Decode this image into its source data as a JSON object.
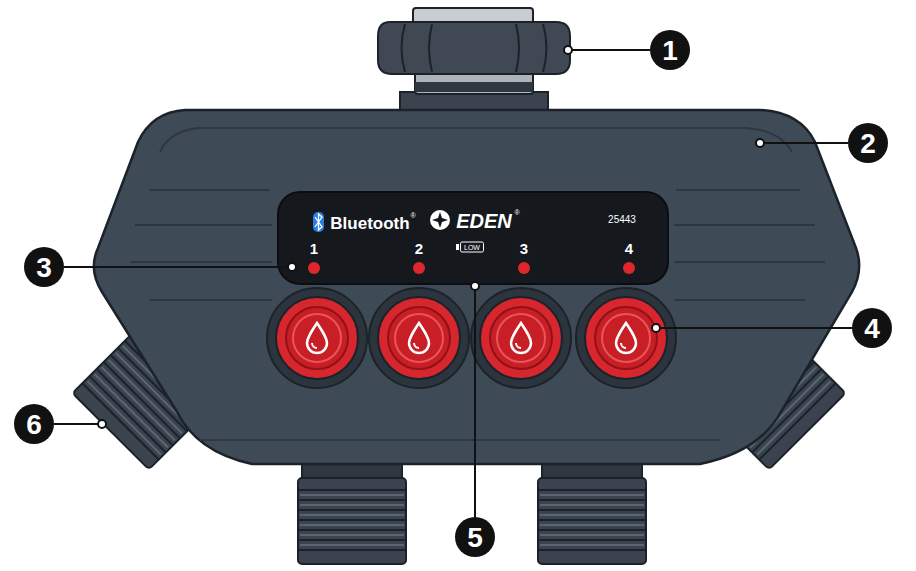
{
  "diagram": {
    "labels": [
      "Bluetooth",
      "®",
      "EDEN",
      "®",
      "25443",
      "1",
      "2",
      "LOW",
      "3",
      "4",
      "1",
      "2",
      "3",
      "4",
      "5",
      "6"
    ]
  }
}
